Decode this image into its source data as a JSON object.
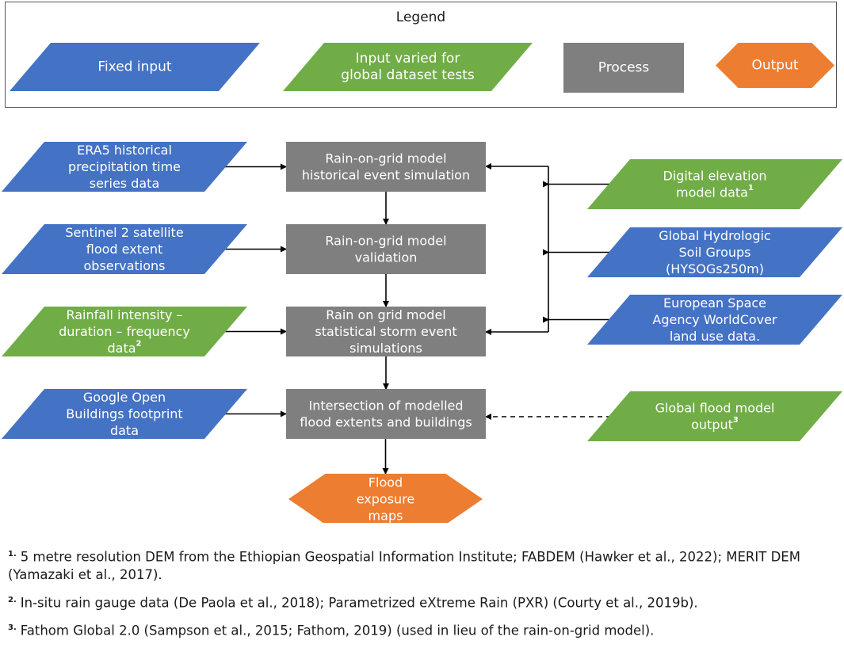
{
  "colors": {
    "fixed_input": "#4472C4",
    "varied_input": "#70AD47",
    "process": "#7F7F7F",
    "output": "#ED7D31",
    "arrow": "#000000"
  },
  "legend": {
    "title": "Legend",
    "items": [
      {
        "kind": "fixed_input",
        "shape": "parallelogram",
        "lines": [
          "Fixed input"
        ]
      },
      {
        "kind": "varied_input",
        "shape": "parallelogram",
        "lines": [
          "Input varied for",
          "global dataset tests"
        ]
      },
      {
        "kind": "process",
        "shape": "rectangle",
        "lines": [
          "Process"
        ]
      },
      {
        "kind": "output",
        "shape": "hexagon",
        "lines": [
          "Output"
        ]
      }
    ]
  },
  "nodes": [
    {
      "id": "era5",
      "kind": "fixed_input",
      "shape": "parallelogram",
      "lines": [
        "ERA5 historical",
        "precipitation time",
        "series data"
      ]
    },
    {
      "id": "sentinel",
      "kind": "fixed_input",
      "shape": "parallelogram",
      "lines": [
        "Sentinel 2 satellite",
        "flood extent",
        "observations"
      ]
    },
    {
      "id": "idf",
      "kind": "varied_input",
      "shape": "parallelogram",
      "lines": [
        "Rainfall intensity –",
        "duration – frequency",
        "data"
      ],
      "sup": "2"
    },
    {
      "id": "google",
      "kind": "fixed_input",
      "shape": "parallelogram",
      "lines": [
        "Google Open",
        "Buildings footprint",
        "data"
      ]
    },
    {
      "id": "hist_sim",
      "kind": "process",
      "shape": "rectangle",
      "lines": [
        "Rain-on-grid model",
        "historical event simulation"
      ]
    },
    {
      "id": "validation",
      "kind": "process",
      "shape": "rectangle",
      "lines": [
        "Rain-on-grid model",
        "validation"
      ]
    },
    {
      "id": "storm_sim",
      "kind": "process",
      "shape": "rectangle",
      "lines": [
        "Rain on grid model",
        "statistical storm event",
        "simulations"
      ]
    },
    {
      "id": "intersection",
      "kind": "process",
      "shape": "rectangle",
      "lines": [
        "Intersection of modelled",
        "flood extents and buildings"
      ]
    },
    {
      "id": "exposure",
      "kind": "output",
      "shape": "hexagon",
      "lines": [
        "Flood",
        "exposure",
        "maps"
      ]
    },
    {
      "id": "dem",
      "kind": "varied_input",
      "shape": "parallelogram",
      "lines": [
        "Digital elevation",
        "model data"
      ],
      "sup": "1"
    },
    {
      "id": "hysogs",
      "kind": "fixed_input",
      "shape": "parallelogram",
      "lines": [
        "Global Hydrologic",
        "Soil Groups",
        "(HYSOGs250m)"
      ]
    },
    {
      "id": "esa",
      "kind": "fixed_input",
      "shape": "parallelogram",
      "lines": [
        "European Space",
        "Agency WorldCover",
        "land use data."
      ]
    },
    {
      "id": "global_flood",
      "kind": "varied_input",
      "shape": "parallelogram",
      "lines": [
        "Global flood model",
        "output"
      ],
      "sup": "3"
    }
  ],
  "edges": [
    {
      "from": "era5",
      "to": "hist_sim",
      "style": "solid"
    },
    {
      "from": "sentinel",
      "to": "validation",
      "style": "solid"
    },
    {
      "from": "idf",
      "to": "storm_sim",
      "style": "solid"
    },
    {
      "from": "google",
      "to": "intersection",
      "style": "solid"
    },
    {
      "from": "hist_sim",
      "to": "validation",
      "style": "solid"
    },
    {
      "from": "validation",
      "to": "storm_sim",
      "style": "solid"
    },
    {
      "from": "storm_sim",
      "to": "intersection",
      "style": "solid"
    },
    {
      "from": "intersection",
      "to": "exposure",
      "style": "solid"
    },
    {
      "from": "dem",
      "to": "hist_sim",
      "style": "solid"
    },
    {
      "from": "hysogs",
      "to": "hist_sim",
      "style": "solid"
    },
    {
      "from": "esa",
      "to": "storm_sim",
      "style": "solid"
    },
    {
      "from": "global_flood",
      "to": "intersection",
      "style": "dashed"
    }
  ],
  "footnotes": [
    {
      "marker": "1.",
      "text": "5 metre resolution DEM from the Ethiopian Geospatial Information Institute; FABDEM (Hawker et al., 2022); MERIT DEM (Yamazaki et al., 2017)."
    },
    {
      "marker": "2.",
      "text": "In-situ rain gauge data (De Paola et al., 2018); Parametrized eXtreme Rain (PXR) (Courty et al., 2019b)."
    },
    {
      "marker": "3.",
      "text": "Fathom Global 2.0 (Sampson et al., 2015; Fathom, 2019) (used in lieu of the rain-on-grid model)."
    }
  ]
}
